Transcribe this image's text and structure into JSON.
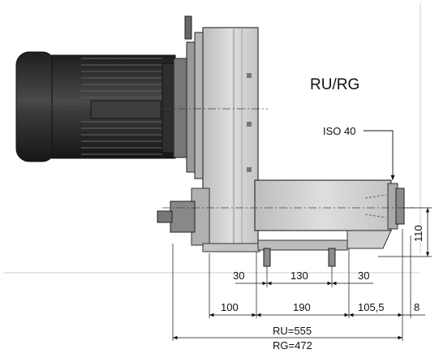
{
  "title": "RU/RG",
  "callout": {
    "label": "ISO 40"
  },
  "dimensions": {
    "row1": [
      "30",
      "130",
      "30"
    ],
    "row2": [
      "100",
      "190",
      "105,5",
      "8"
    ],
    "vertical": "110",
    "total_ru": "RU=555",
    "total_rg": "RG=472"
  },
  "colors": {
    "motor": "#2b2b2b",
    "motor_highlight": "#555555",
    "housing": "#c8c8c8",
    "housing_light": "#e2e2e2",
    "outline": "#3a3a3a",
    "dimension": "#111111",
    "centerline": "#444444"
  }
}
